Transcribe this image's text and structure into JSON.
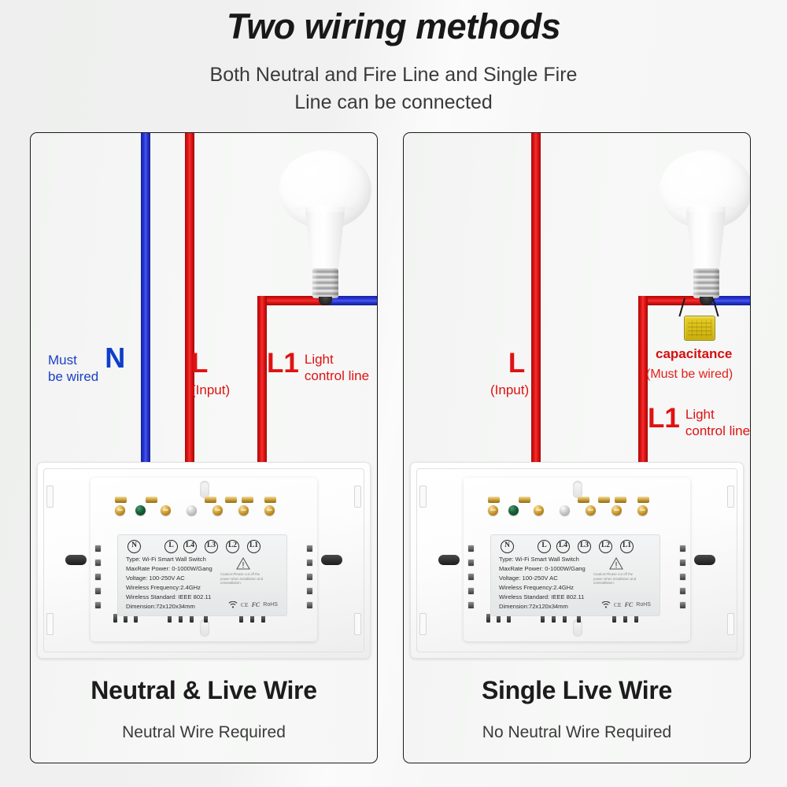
{
  "header": {
    "title": "Two wiring methods",
    "subtitle_line1": "Both Neutral and Fire Line and Single Fire",
    "subtitle_line2": "Line can be connected"
  },
  "colors": {
    "live_red": "#e01212",
    "neutral_blue": "#2433d6",
    "capacitor_yellow": "#d9bf18",
    "text_dark": "#1c1c1c"
  },
  "panels": [
    {
      "id": "neutral-live-wire",
      "caption_title": "Neutral & Live Wire",
      "caption_sub": "Neutral Wire Required",
      "labels": {
        "neutral_symbol": "N",
        "neutral_note_line1": "Must",
        "neutral_note_line2": "be wired",
        "live_symbol": "L",
        "live_note": "(Input)",
        "load_symbol": "L1",
        "load_note_line1": "Light",
        "load_note_line2": "control line"
      }
    },
    {
      "id": "single-live-wire",
      "caption_title": "Single Live Wire",
      "caption_sub": "No Neutral Wire Required",
      "labels": {
        "live_symbol": "L",
        "live_note": "(Input)",
        "capacitance_title": "capacitance",
        "capacitance_note": "(Must be wired)",
        "load_symbol": "L1",
        "load_note_line1": "Light",
        "load_note_line2": "control line"
      }
    }
  ],
  "device": {
    "terminals": [
      "N",
      "L",
      "L4",
      "L3",
      "L2",
      "L1"
    ],
    "specs": [
      "Type: Wi-Fi Smart Wall Switch",
      "MaxRate Power: 0-1000W/Gang",
      "Voltage: 100-250V AC",
      "Wireless Frequency:2.4GHz",
      "Wireless Standard: IEEE 802.11",
      "Dimension:72x120x34mm"
    ],
    "caution": "Caution:Please cut off the power when installation and uninstallation.",
    "certs": {
      "wifi": "wifi-icon",
      "ce": "CE",
      "fc": "FC",
      "rohs": "RoHS"
    }
  }
}
